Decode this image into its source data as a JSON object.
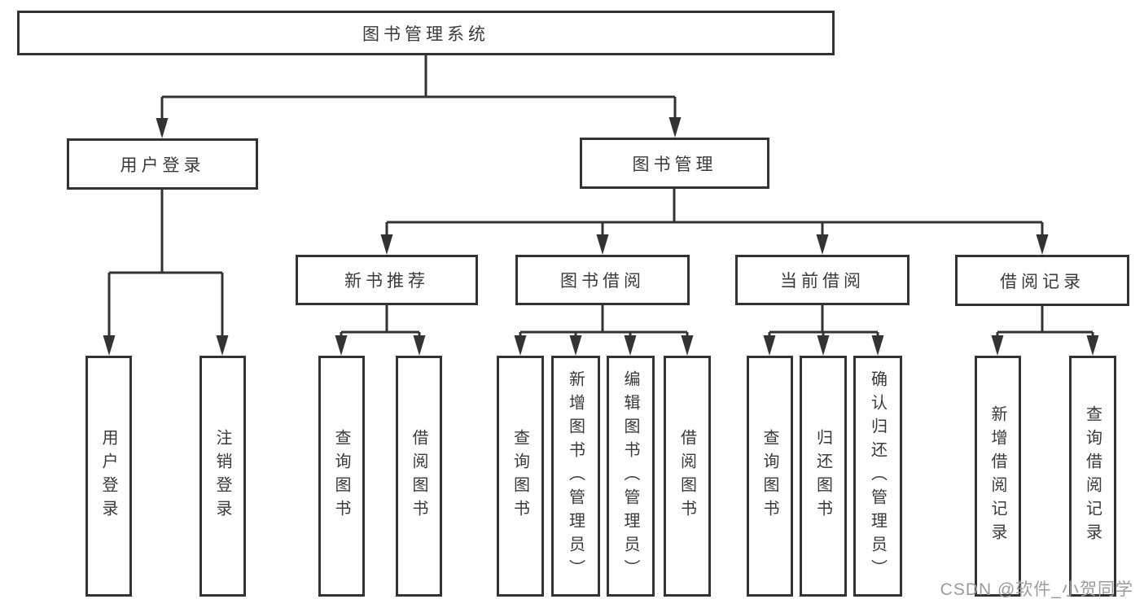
{
  "tree": {
    "root": {
      "label": "图书管理系统"
    },
    "branches": [
      {
        "label": "用户登录",
        "leaves": [
          {
            "label": "用户登录"
          },
          {
            "label": "注销登录"
          }
        ]
      },
      {
        "label": "图书管理",
        "sections": [
          {
            "label": "新书推荐",
            "leaves": [
              {
                "label": "查询图书"
              },
              {
                "label": "借阅图书"
              }
            ]
          },
          {
            "label": "图书借阅",
            "leaves": [
              {
                "label": "查询图书"
              },
              {
                "label": "新增图书（管理员）"
              },
              {
                "label": "编辑图书（管理员）"
              },
              {
                "label": "借阅图书"
              }
            ]
          },
          {
            "label": "当前借阅",
            "leaves": [
              {
                "label": "查询图书"
              },
              {
                "label": "归还图书"
              },
              {
                "label": "确认归还（管理员）"
              }
            ]
          },
          {
            "label": "借阅记录",
            "leaves": [
              {
                "label": "新增借阅记录"
              },
              {
                "label": "查询借阅记录"
              }
            ]
          }
        ]
      }
    ]
  },
  "watermark": "CSDN @软件_小贺同学",
  "colors": {
    "line": "#333333",
    "text": "#3a3a3a",
    "watermark": "#9c9c9c",
    "background": "#ffffff"
  }
}
